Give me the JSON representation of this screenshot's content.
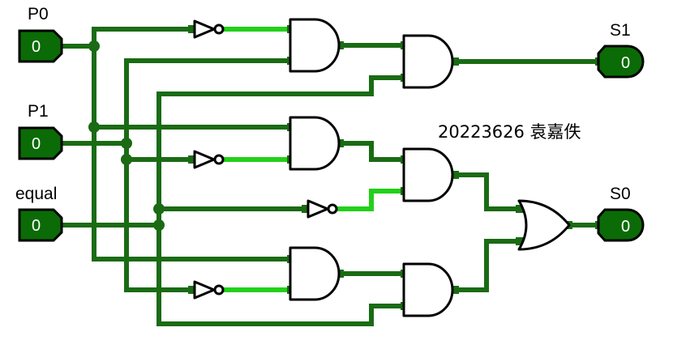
{
  "inputs": [
    {
      "label": "P0",
      "value": "0"
    },
    {
      "label": "P1",
      "value": "0"
    },
    {
      "label": "equal",
      "value": "0"
    }
  ],
  "outputs": [
    {
      "label": "S1",
      "value": "0"
    },
    {
      "label": "S0",
      "value": "0"
    }
  ],
  "annotation": "20223626 袁嘉佚",
  "colors": {
    "wire_low": "#1a6b14",
    "wire_high": "#22d01a",
    "io_fill": "#0b6b06"
  }
}
